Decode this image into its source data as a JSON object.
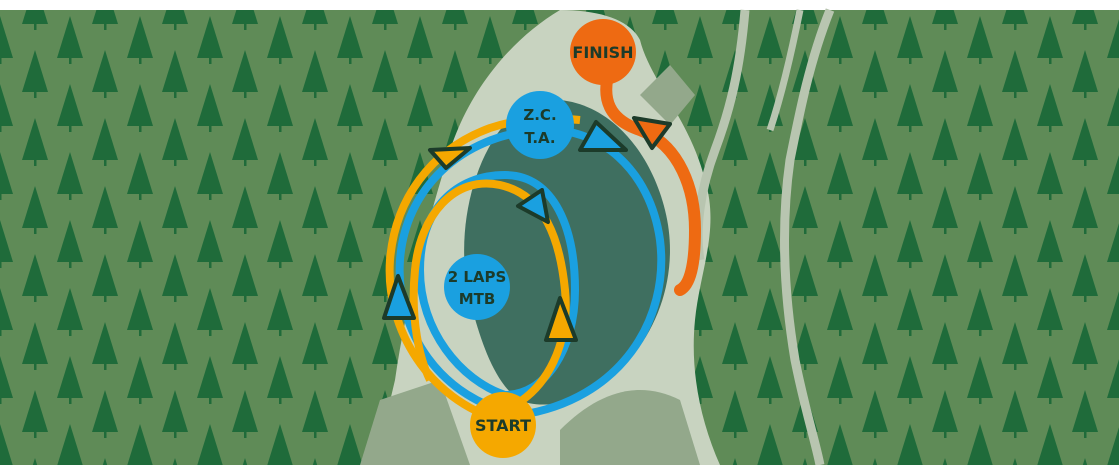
{
  "map": {
    "markers": {
      "finish": {
        "label": "FINISH"
      },
      "transition": {
        "line1": "Z.C.",
        "line2": "T.A."
      },
      "laps": {
        "line1": "2 LAPS",
        "line2": "MTB"
      },
      "start": {
        "label": "START"
      }
    },
    "colors": {
      "forest": "#5f8b57",
      "tree": "#1f6b3a",
      "trail": "#c8d3c0",
      "lake": "#3f6f60",
      "route_blue": "#1aa0e0",
      "route_orange": "#f5a800",
      "route_red": "#ee6a12",
      "arrow_outline": "#1c3b2a"
    }
  }
}
